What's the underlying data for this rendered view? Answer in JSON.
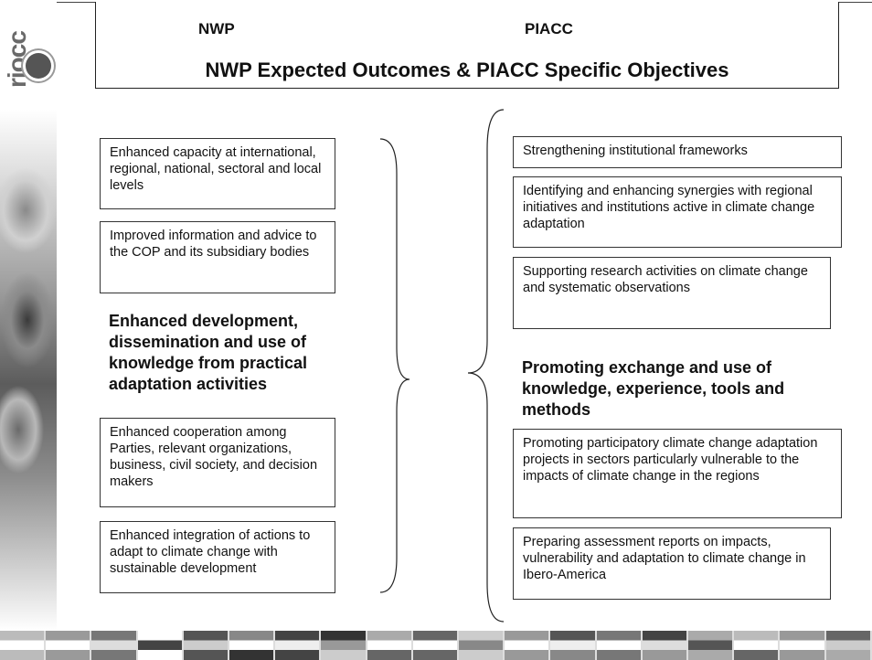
{
  "logo": {
    "text": "riocc"
  },
  "header": {
    "nwp": "NWP",
    "piacc": "PIACC",
    "title": "NWP Expected Outcomes & PIACC Specific Objectives"
  },
  "nwp_outcomes": [
    "Enhanced capacity at international, regional, national, sectoral and local levels",
    "Improved information and advice to the COP and its subsidiary bodies",
    "Enhanced development, dissemination and use of knowledge from practical adaptation activities",
    "Enhanced cooperation among Parties, relevant organizations, business, civil society, and decision makers",
    "Enhanced integration of actions to adapt to climate change with sustainable development"
  ],
  "piacc_objectives": [
    "Strengthening institutional frameworks",
    "Identifying and enhancing synergies with regional initiatives and institutions active in climate change adaptation",
    "Supporting research activities on climate change and systematic observations",
    "Promoting exchange and use of knowledge, experience, tools and methods",
    "Promoting participatory climate change adaptation projects in sectors particularly vulnerable to the impacts of climate change in the regions",
    "Preparing assessment reports on impacts, vulnerability and adaptation to climate change in Ibero-America"
  ],
  "flags_bar": {
    "flag_colors": [
      [
        "#bbbbbb",
        "#ffffff",
        "#bbbbbb"
      ],
      [
        "#9a9a9a",
        "#ffffff",
        "#9a9a9a"
      ],
      [
        "#777777",
        "#dddddd",
        "#777777"
      ],
      [
        "#ffffff",
        "#444444",
        "#ffffff"
      ],
      [
        "#555555",
        "#cccccc",
        "#555555"
      ],
      [
        "#888888",
        "#ffffff",
        "#333333"
      ],
      [
        "#444444",
        "#eeeeee",
        "#444444"
      ],
      [
        "#333333",
        "#999999",
        "#cccccc"
      ],
      [
        "#aaaaaa",
        "#ffffff",
        "#666666"
      ],
      [
        "#666666",
        "#ffffff",
        "#666666"
      ],
      [
        "#cccccc",
        "#888888",
        "#cccccc"
      ],
      [
        "#999999",
        "#ffffff",
        "#999999"
      ],
      [
        "#555555",
        "#eeeeee",
        "#888888"
      ],
      [
        "#777777",
        "#ffffff",
        "#777777"
      ],
      [
        "#444444",
        "#dddddd",
        "#999999"
      ],
      [
        "#aaaaaa",
        "#555555",
        "#aaaaaa"
      ],
      [
        "#bbbbbb",
        "#ffffff",
        "#666666"
      ],
      [
        "#999999",
        "#ffffff",
        "#999999"
      ],
      [
        "#666666",
        "#cccccc",
        "#aaaaaa"
      ]
    ]
  }
}
